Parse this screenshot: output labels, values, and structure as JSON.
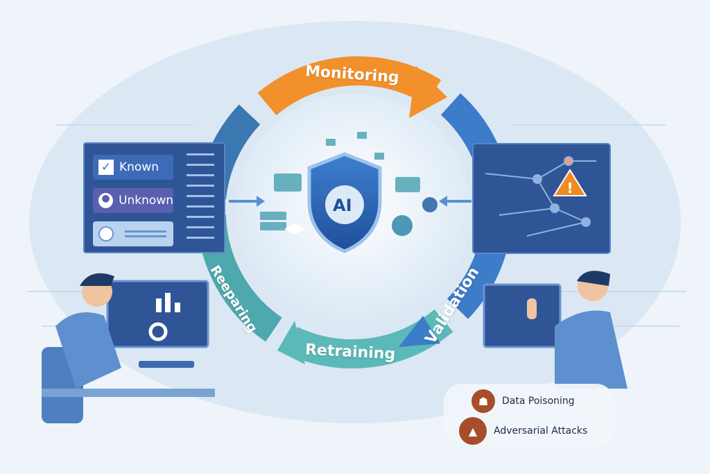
{
  "cycle": {
    "stages": [
      {
        "label": "Monitoring",
        "color": "#f08a24"
      },
      {
        "label": "Validation",
        "color": "#3a78c8"
      },
      {
        "label": "Retraining",
        "color": "#5ab8b8"
      },
      {
        "label": "Reeparing",
        "color": "#4aa5ac"
      }
    ],
    "center_label": "AI"
  },
  "left_panel": {
    "items": [
      {
        "label": "Known",
        "icon": "checkbox-icon"
      },
      {
        "label": "Unknown",
        "icon": "user-icon"
      },
      {
        "label": "",
        "icon": "user-icon"
      }
    ]
  },
  "right_panel": {
    "icon": "warning-icon"
  },
  "threats": [
    {
      "label": "Data Poisoning",
      "icon": "poison-icon"
    },
    {
      "label": "Adversarial Attacks",
      "icon": "attack-icon"
    }
  ]
}
